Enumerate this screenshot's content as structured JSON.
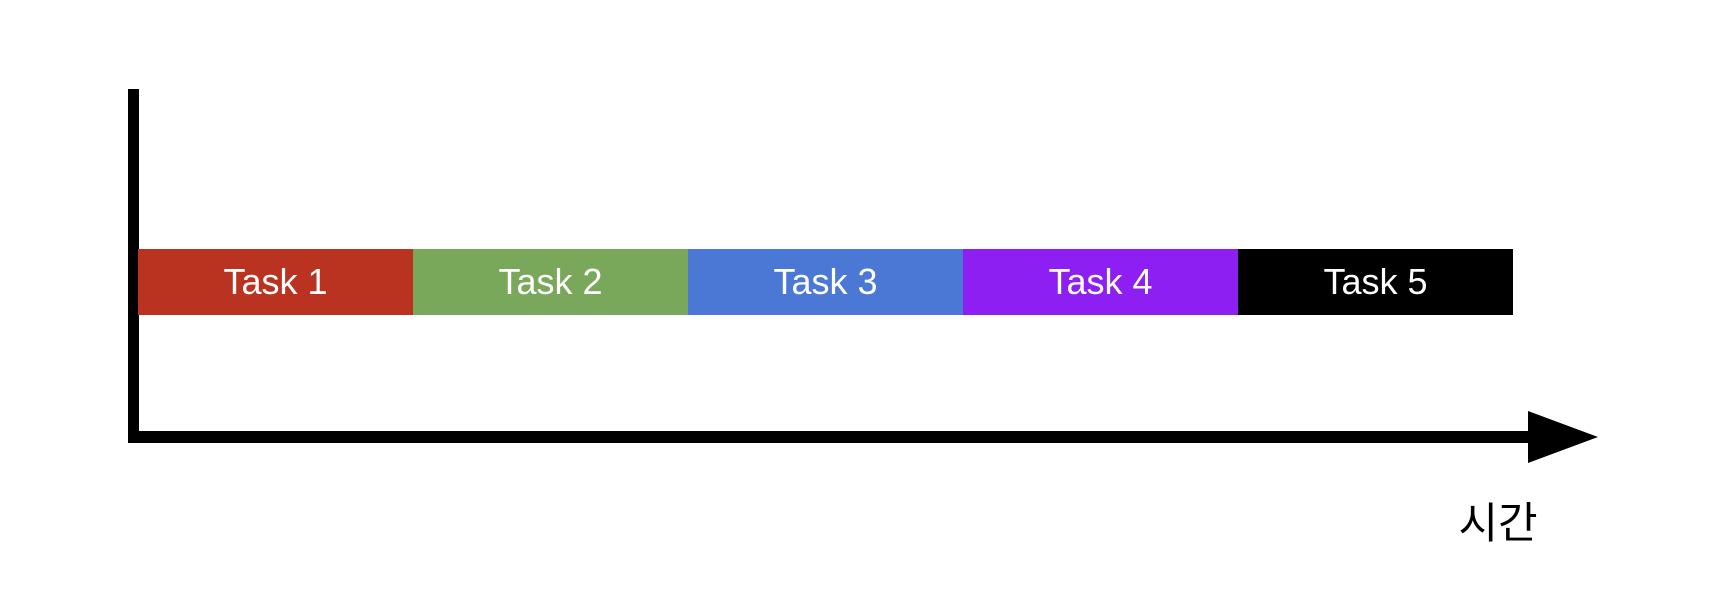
{
  "figure": {
    "background_color": "#ffffff",
    "axes": {
      "color": "#000000",
      "x_axis_label": "시간"
    },
    "bar_text_color": "#ffffff",
    "tasks": [
      {
        "label": "Task 1",
        "color": "#b93320"
      },
      {
        "label": "Task 2",
        "color": "#7aa85a"
      },
      {
        "label": "Task 3",
        "color": "#4c78d5"
      },
      {
        "label": "Task 4",
        "color": "#8e1ff2"
      },
      {
        "label": "Task 5",
        "color": "#000000"
      }
    ]
  }
}
